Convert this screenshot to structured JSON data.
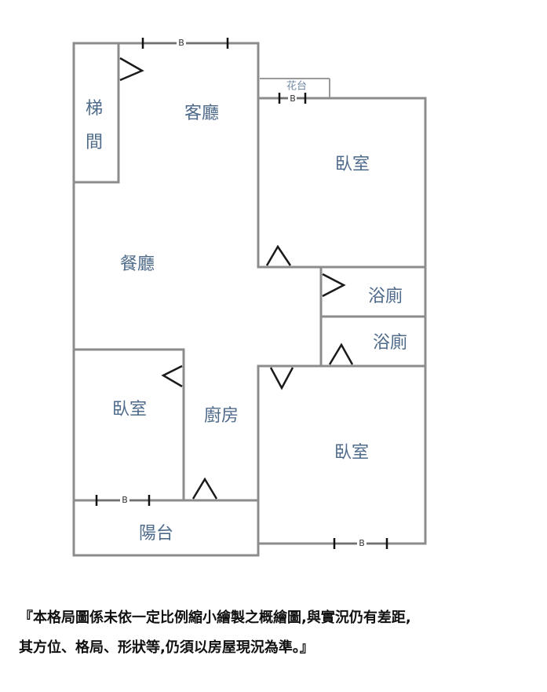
{
  "rooms": {
    "stairwell_line1": "梯",
    "stairwell_line2": "間",
    "living_room": "客廳",
    "dining_room": "餐廳",
    "bedroom_top_right": "臥室",
    "bathroom_1": "浴廁",
    "bathroom_2": "浴廁",
    "bedroom_bottom_left": "臥室",
    "kitchen": "廚房",
    "bedroom_bottom_right": "臥室",
    "balcony": "陽台",
    "planter": "花台"
  },
  "windows": {
    "living_top": "B",
    "bedroom_top": "B",
    "bedroom_bottom_left": "B",
    "bedroom_bottom_right": "B"
  },
  "disclaimer": {
    "line1": "『本格局圖係未依一定比例縮小繪製之概繪圖,與實況仍有差距,",
    "line2": "其方位、格局、形狀等,仍須以房屋現況為準。』"
  },
  "colors": {
    "wall": "#8c8c8c",
    "room_label": "#4e6a8a",
    "door": "#1a1a1a"
  }
}
